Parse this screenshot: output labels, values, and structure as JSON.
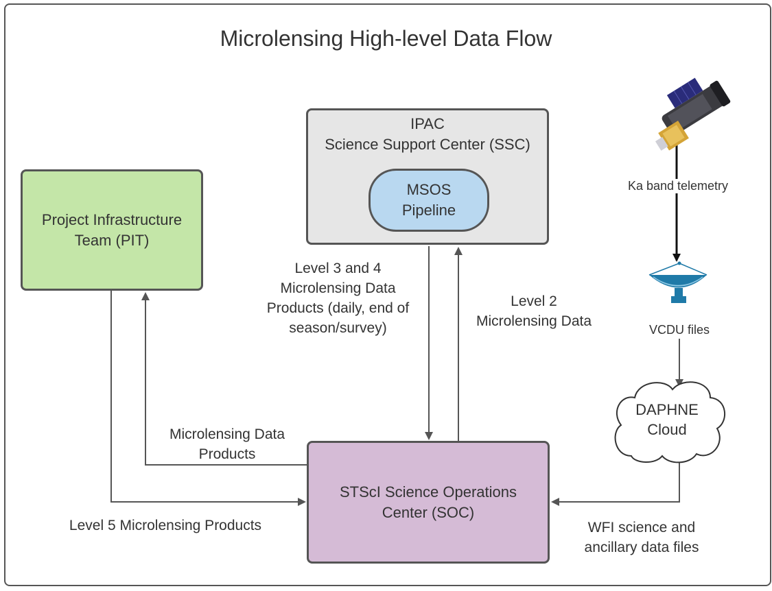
{
  "title": "Microlensing High-level Data Flow",
  "nodes": {
    "pit": {
      "line1": "Project Infrastructure",
      "line2": "Team (PIT)",
      "color": "#c4e6a8"
    },
    "ipac": {
      "line1": "IPAC",
      "line2": "Science Support Center (SSC)",
      "color": "#e6e6e6"
    },
    "msos": {
      "line1": "MSOS",
      "line2": "Pipeline",
      "color": "#b9d8f0"
    },
    "soc": {
      "line1": "STScI Science Operations",
      "line2": "Center (SOC)",
      "color": "#d5bbd6"
    },
    "daphne": {
      "line1": "DAPHNE",
      "line2": "Cloud"
    }
  },
  "edges": {
    "ipac_to_soc": {
      "line1": "Level 3 and 4",
      "line2": "Microlensing Data",
      "line3": "Products (daily, end of",
      "line4": "season/survey)"
    },
    "soc_to_ipac": {
      "line1": "Level 2",
      "line2": "Microlensing Data"
    },
    "soc_to_pit": {
      "line1": "Microlensing Data",
      "line2": "Products"
    },
    "pit_to_soc": {
      "line1": "Level 5 Microlensing Products"
    },
    "daphne_to_soc": {
      "line1": "WFI science and",
      "line2": "ancillary data files"
    },
    "satellite_to_dish": {
      "line1": "Ka band telemetry"
    },
    "dish_to_daphne": {
      "line1": "VCDU files"
    }
  },
  "icons": [
    "satellite-icon",
    "ground-station-dish-icon",
    "cloud-shape"
  ]
}
